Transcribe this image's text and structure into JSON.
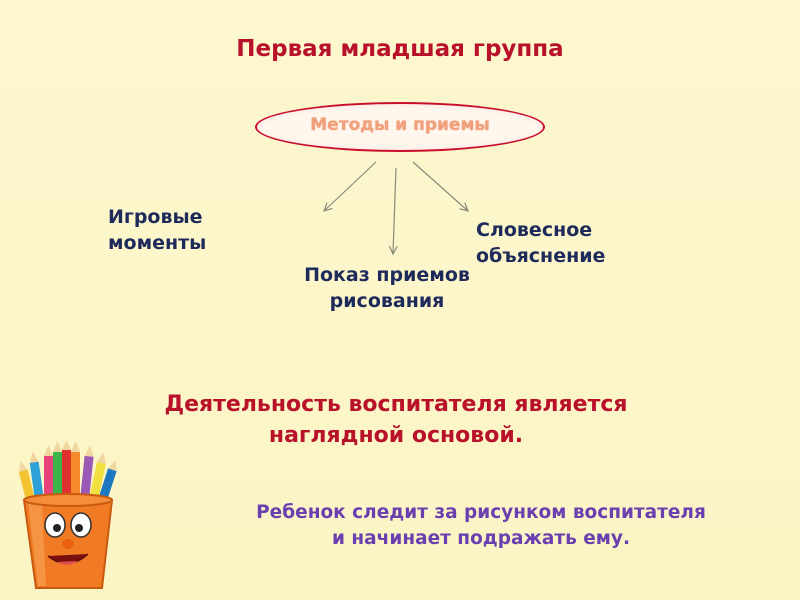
{
  "title": "Первая младшая группа",
  "center": "Методы и приемы",
  "nodes": [
    {
      "lines": [
        "Игровые",
        "моменты"
      ]
    },
    {
      "lines": [
        "Показ приемов",
        "рисования"
      ]
    },
    {
      "lines": [
        "Словесное",
        "объяснение"
      ]
    }
  ],
  "main_text": {
    "lines": [
      "Деятельность воспитателя является",
      "наглядной основой."
    ]
  },
  "sub_text": {
    "lines": [
      "Ребенок следит за рисунком воспитателя",
      "и начинает подражать ему."
    ]
  },
  "colors": {
    "background": "#fbf4c4",
    "title": "#b8112a",
    "node_text": "#1e2a5a",
    "sub_text": "#6a3fb0",
    "oval_border": "#c8102e",
    "oval_text": "#f0a07a",
    "cup": "#f07b24"
  },
  "icons": [
    "pencil-cup-icon"
  ]
}
